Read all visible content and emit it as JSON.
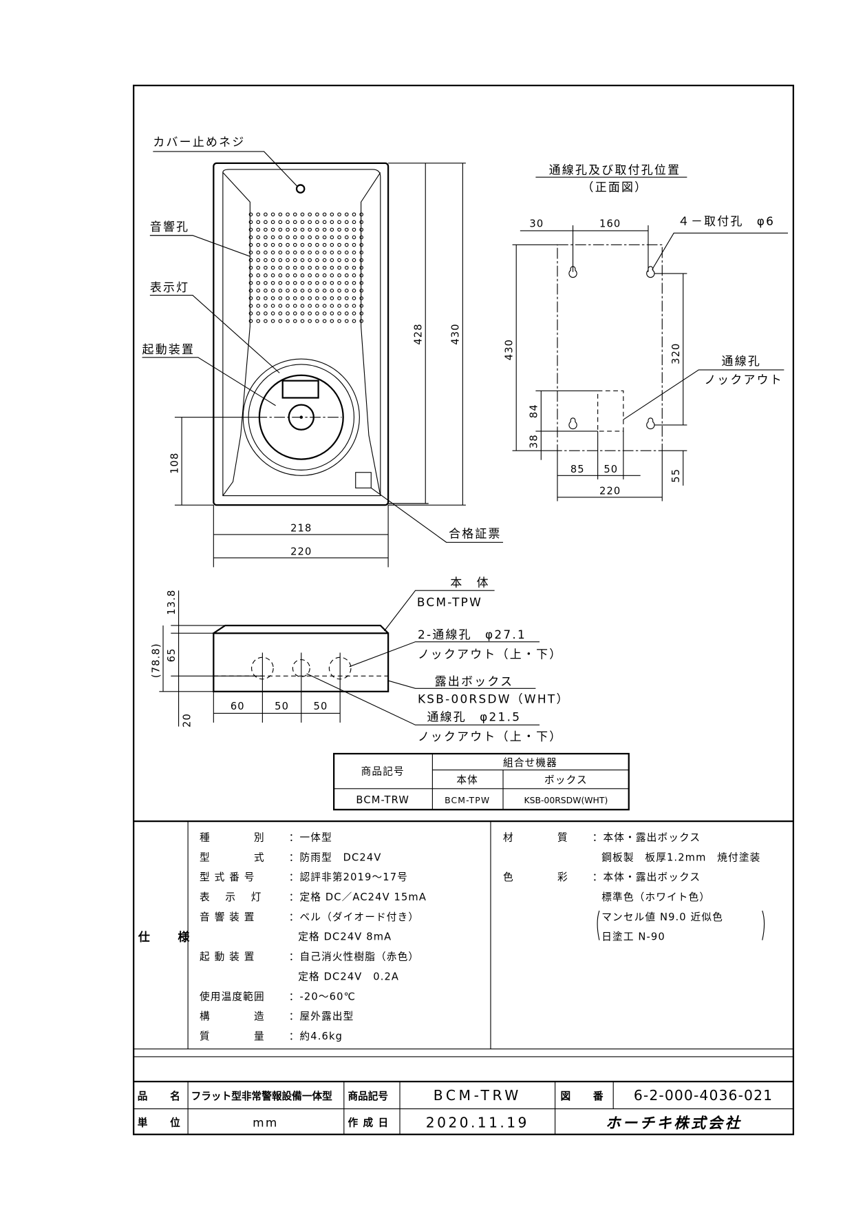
{
  "front_view": {
    "labels": {
      "cover_screw": "カバー止めネジ",
      "sound_holes": "音響孔",
      "indicator_lamp": "表示灯",
      "activation_device": "起動装置",
      "certification_label": "合格証票"
    },
    "dims": {
      "height_inner": "428",
      "height_outer": "430",
      "button_height": "108",
      "width_inner": "218",
      "width_outer": "220"
    }
  },
  "mounting_view": {
    "title": "通線孔及び取付孔位置",
    "subtitle": "（正面図）",
    "mount_hole_label": "４－取付孔　φ6",
    "knockout_label_1": "通線孔",
    "knockout_label_2": "ノックアウト",
    "dims": {
      "left": "30",
      "pitch": "160",
      "height": "430",
      "vpitch": "320",
      "ko_h": "84",
      "bottom": "38",
      "ko_x": "85",
      "ko_w": "50",
      "width": "220",
      "bottom2": "55"
    }
  },
  "side_view": {
    "body_label": "本　体",
    "body_model": "BCM-TPW",
    "hole_label_1": "2-通線孔　φ27.1",
    "hole_label_1b": "ノックアウト（上・下）",
    "box_label": "露出ボックス",
    "box_model": "KSB-00RSDW（WHT）",
    "hole_label_2": "通線孔　φ21.5",
    "hole_label_2b": "ノックアウト（上・下）",
    "dims": {
      "top": "13.8",
      "total": "(78.8)",
      "box": "65",
      "bottom": "20",
      "x1": "60",
      "x2": "50",
      "x3": "50"
    }
  },
  "combo_table": {
    "h_code": "商品記号",
    "h_combo": "組合せ機器",
    "h_body": "本体",
    "h_box": "ボックス",
    "code": "BCM-TRW",
    "body": "BCM-TPW",
    "box": "KSB-00RSDW(WHT)"
  },
  "spec": {
    "section_label": "仕　　様",
    "left": [
      {
        "k": "種　　　　別",
        "v": "：一体型"
      },
      {
        "k": "型　　　　式",
        "v": "：防雨型　DC24V"
      },
      {
        "k": "型 式 番 号",
        "v": "：認評非第2019～17号"
      },
      {
        "k": "表　 示　 灯",
        "v": "：定格 DC／AC24V 15mA"
      },
      {
        "k": "音 響 装 置",
        "v": "：ベル（ダイオード付き）"
      },
      {
        "k": "",
        "v": "定格 DC24V 8mA"
      },
      {
        "k": "起 動 装 置",
        "v": "：自己消火性樹脂（赤色）"
      },
      {
        "k": "",
        "v": "定格 DC24V　0.2A"
      },
      {
        "k": "使用温度範囲",
        "v": "：-20～60℃"
      },
      {
        "k": "構　　　　造",
        "v": "：屋外露出型"
      },
      {
        "k": "質　　　　量",
        "v": "：約4.6kg"
      }
    ],
    "right": [
      {
        "k": "材　　　　質",
        "v": "：本体・露出ボックス"
      },
      {
        "k": "",
        "v": "鋼板製　板厚1.2mm　焼付塗装"
      },
      {
        "k": "色　　　　彩",
        "v": "：本体・露出ボックス"
      },
      {
        "k": "",
        "v": "標準色（ホワイト色）"
      },
      {
        "k": "",
        "v": "マンセル値 N9.0 近似色"
      },
      {
        "k": "",
        "v": "日塗工 N-90"
      }
    ]
  },
  "title_block": {
    "name_label": "品　　名",
    "name": "フラット型非常警報設備一体型",
    "code_label": "商品記号",
    "code": "BCM-TRW",
    "drawing_no_label": "図　　番",
    "drawing_no": "6-2-000-4036-021",
    "unit_label": "単　　位",
    "unit": "mm",
    "date_label": "作 成 日",
    "date": "2020.11.19",
    "company": "ホーチキ株式会社"
  }
}
